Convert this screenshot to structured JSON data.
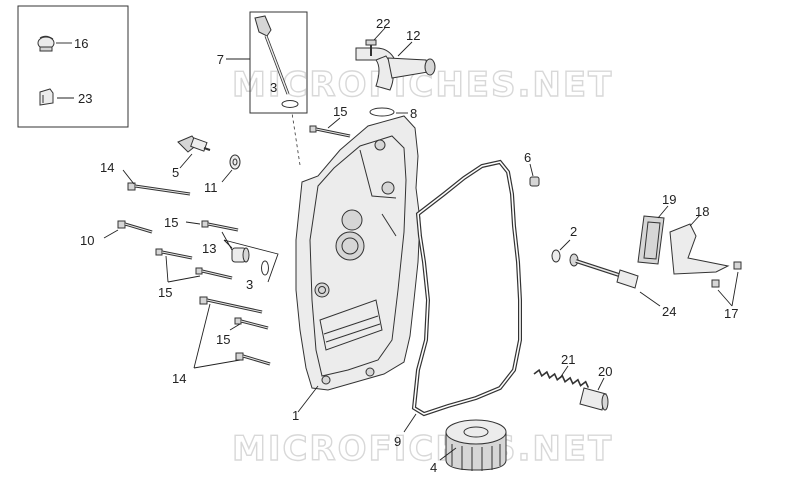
{
  "watermark": "MICROFICHES.NET",
  "callouts": {
    "c1": "1",
    "c2": "2",
    "c3a": "3",
    "c3b": "3",
    "c4": "4",
    "c5": "5",
    "c6": "6",
    "c7": "7",
    "c8": "8",
    "c9": "9",
    "c10": "10",
    "c11": "11",
    "c12": "12",
    "c13": "13",
    "c14a": "14",
    "c14b": "14",
    "c15a": "15",
    "c15b": "15",
    "c15c": "15",
    "c15d": "15",
    "c16": "16",
    "c17": "17",
    "c18": "18",
    "c19": "19",
    "c20": "20",
    "c21": "21",
    "c22": "22",
    "c23": "23",
    "c24": "24"
  }
}
